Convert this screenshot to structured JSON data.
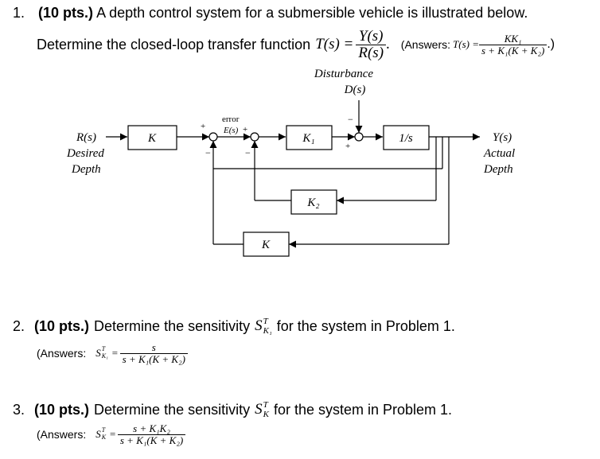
{
  "problems": [
    {
      "number": "1.",
      "points": "(10 pts.)",
      "text_line1": "A depth control system for a submersible vehicle is illustrated below.",
      "text_line2_prefix": "Determine the closed-loop transfer function",
      "tf_lhs": "T(s) =",
      "tf_num": "Y(s)",
      "tf_den": "R(s)",
      "tf_suffix": ".",
      "answers_label": "(Answers:",
      "answer_lhs": "T(s) =",
      "answer_num": "KK₁",
      "answer_den": "s + K₁(K + K₂)",
      "answer_close": ".)"
    },
    {
      "number": "2.",
      "points": "(10 pts.)",
      "text_prefix": "Determine the sensitivity",
      "sym": "S",
      "sym_sup": "T",
      "sym_sub": "K₁",
      "text_suffix": "for the system in Problem 1.",
      "answers_label": "(Answers:",
      "answer_num": "s",
      "answer_den": "s + K₁(K + K₂)"
    },
    {
      "number": "3.",
      "points": "(10 pts.)",
      "text_prefix": "Determine the sensitivity",
      "sym": "S",
      "sym_sup": "T",
      "sym_sub": "K",
      "text_suffix": "for the system in Problem 1.",
      "answers_label": "(Answers:",
      "answer_num": "s + K₁K₂",
      "answer_den": "s + K₁(K + K₂)"
    }
  ],
  "diagram": {
    "disturbance_label": "Disturbance",
    "disturbance_signal": "D(s)",
    "input_signal": "R(s)",
    "input_desc_line1": "Desired",
    "input_desc_line2": "Depth",
    "output_signal": "Y(s)",
    "output_desc_line1": "Actual",
    "output_desc_line2": "Depth",
    "error_label": "error",
    "error_signal": "E(s)",
    "block_k": "K",
    "block_k1": "K₁",
    "block_integrator": "1/s",
    "block_k2": "K₂",
    "block_feedback_k": "K",
    "sign_plus": "+",
    "sign_minus": "−"
  }
}
